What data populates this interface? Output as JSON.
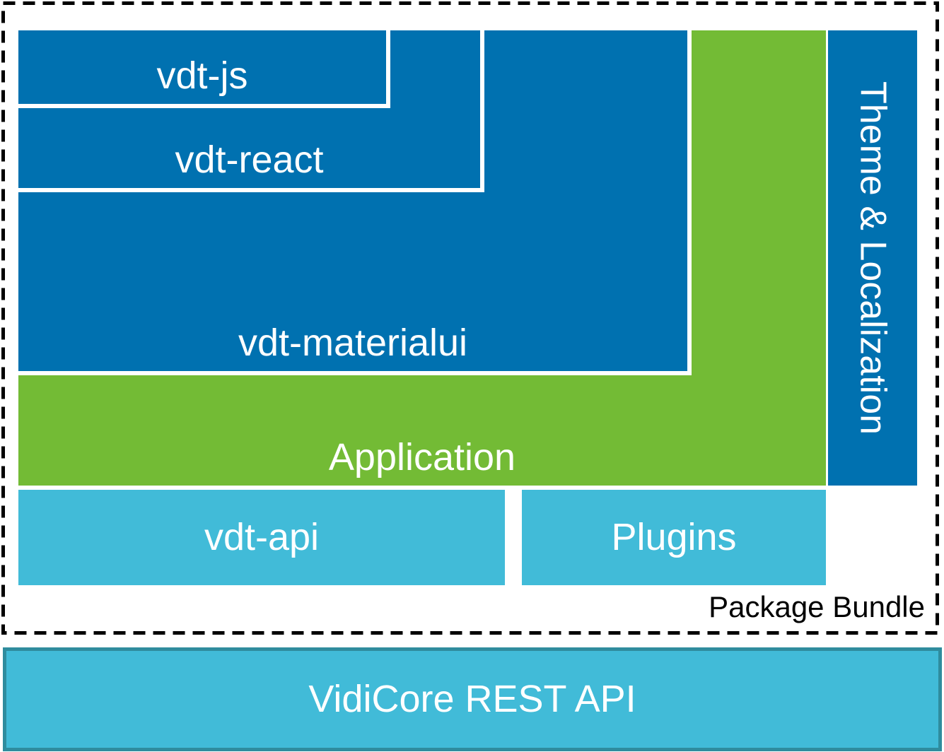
{
  "colors": {
    "dark_blue": "#0071B0",
    "green": "#73BB35",
    "light_blue": "#41BBD8",
    "vidicore_border_teal": "#2F8C9E",
    "dashed_border_black": "#000000",
    "label_white": "#FFFFFF"
  },
  "package_bundle": {
    "caption": "Package Bundle",
    "layers": {
      "vdt_js": {
        "label": "vdt-js"
      },
      "vdt_react": {
        "label": "vdt-react"
      },
      "vdt_materialui": {
        "label": "vdt-materialui"
      },
      "application": {
        "label": "Application"
      }
    },
    "theme_localization": {
      "label": "Theme & Localization"
    },
    "vdt_api": {
      "label": "vdt-api"
    },
    "plugins": {
      "label": "Plugins"
    }
  },
  "rest_api": {
    "label": "VidiCore REST API"
  }
}
